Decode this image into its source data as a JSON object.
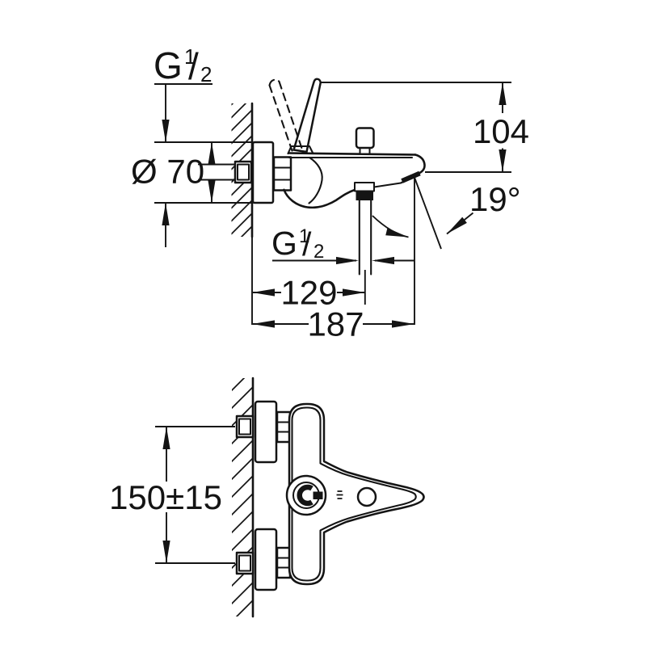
{
  "figure": {
    "kind": "technical-drawing",
    "views": [
      "side-elevation",
      "front-elevation"
    ],
    "ink_color": "#141414",
    "background_color": "#ffffff"
  },
  "labels": {
    "thread_top": {
      "prefix": "G",
      "numerator": "1",
      "slash": "/",
      "denominator": "2"
    },
    "escutcheon_diameter": "Ø 70",
    "height_above_spout": "104",
    "spout_angle": "19°",
    "thread_hose": {
      "prefix": "G",
      "numerator": "1",
      "slash": "/",
      "denominator": "2"
    },
    "wall_to_hose": "129",
    "spout_reach": "187",
    "installation_height": "150±15"
  }
}
